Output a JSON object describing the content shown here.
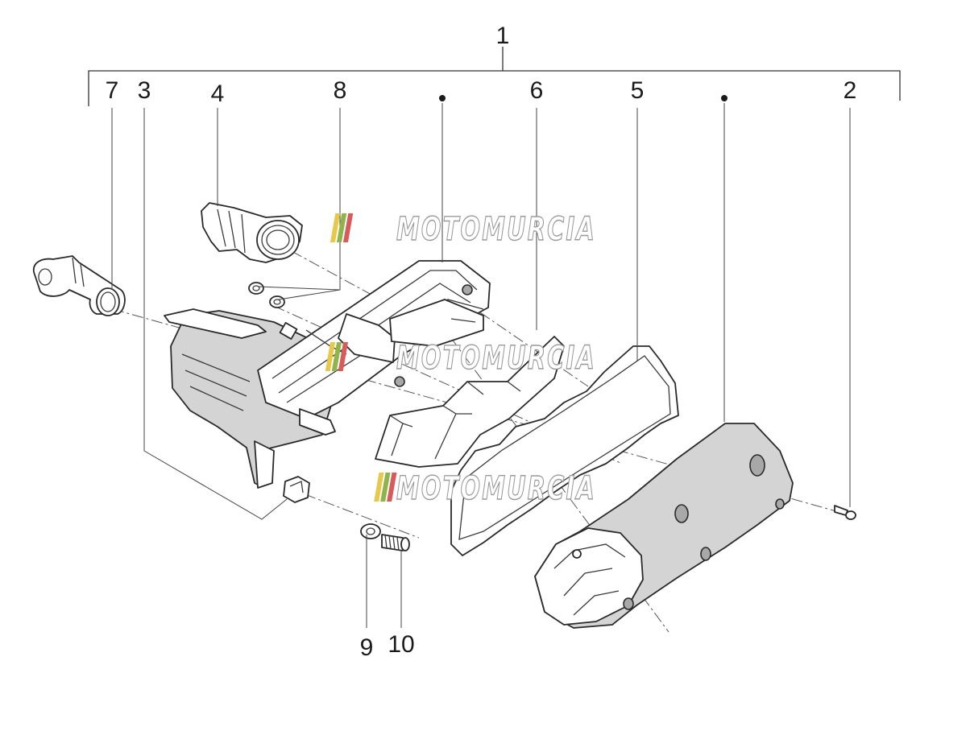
{
  "callouts": {
    "c1": "1",
    "c2": "2",
    "c3": "3",
    "c4": "4",
    "c5": "5",
    "c6": "6",
    "c7": "7",
    "c8": "8",
    "c9": "9",
    "c10": "10"
  },
  "watermark": {
    "text": "MOTOMURCIA",
    "stripe_colors": [
      "#e8c84a",
      "#8fb54a",
      "#d85a5a"
    ]
  },
  "colors": {
    "line": "#2a2a2a",
    "housing_fill": "#d4d4d4"
  }
}
